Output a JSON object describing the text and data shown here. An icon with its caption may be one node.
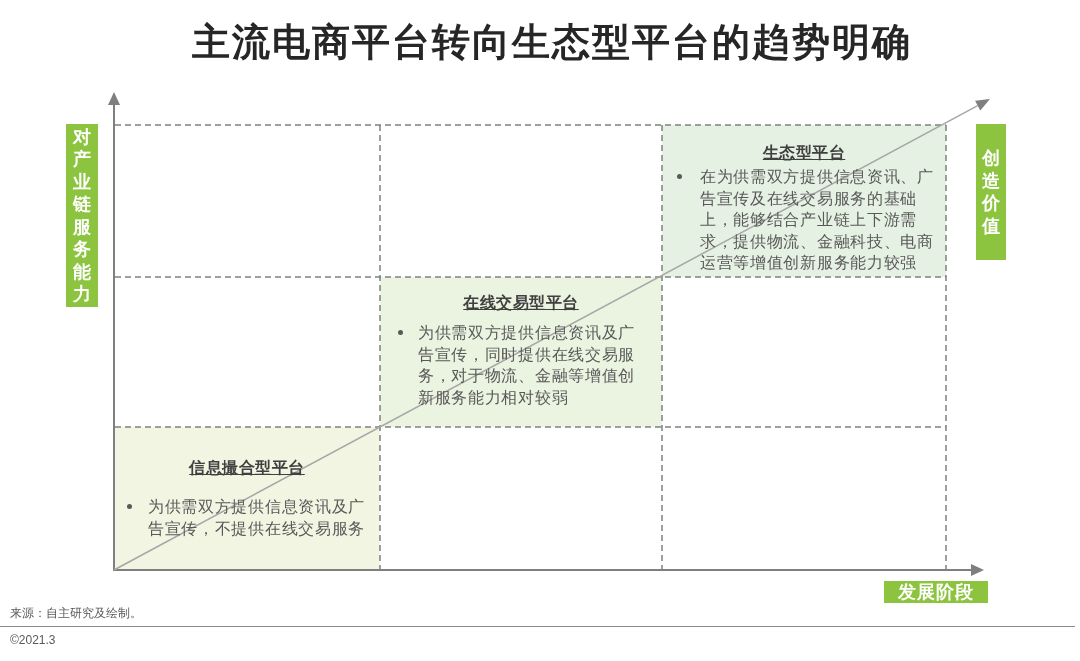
{
  "diagram": {
    "title": "主流电商平台转向生态型平台的趋势明确",
    "nodes": [
      {
        "text": [
          "对产业链服务能力"
        ]
      },
      {
        "text": [
          "生态型平台",
          "在为供需双方提供信息资讯、广告宣传及在线交易服务的基础上，能够结合产业链上下游需求，提供物流、金融科技、电商运营等增值创新服务能力较强"
        ]
      },
      {
        "text": [
          "创造价值"
        ]
      },
      {
        "text": [
          "在线交易型平台",
          "为供需双方提供信息资讯及广告宣传，同时提供在线交易服务，对于物流、金融等增值创新服务能力相对较弱"
        ]
      },
      {
        "text": [
          "信息撮合型平台",
          "为供需双方提供信息资讯及广告宣传，不提供在线交易服务"
        ]
      },
      {
        "text": [
          "发展阶段"
        ]
      }
    ],
    "labels": [
      "来源：自主研究及绘制。",
      "©2021.3"
    ]
  }
}
